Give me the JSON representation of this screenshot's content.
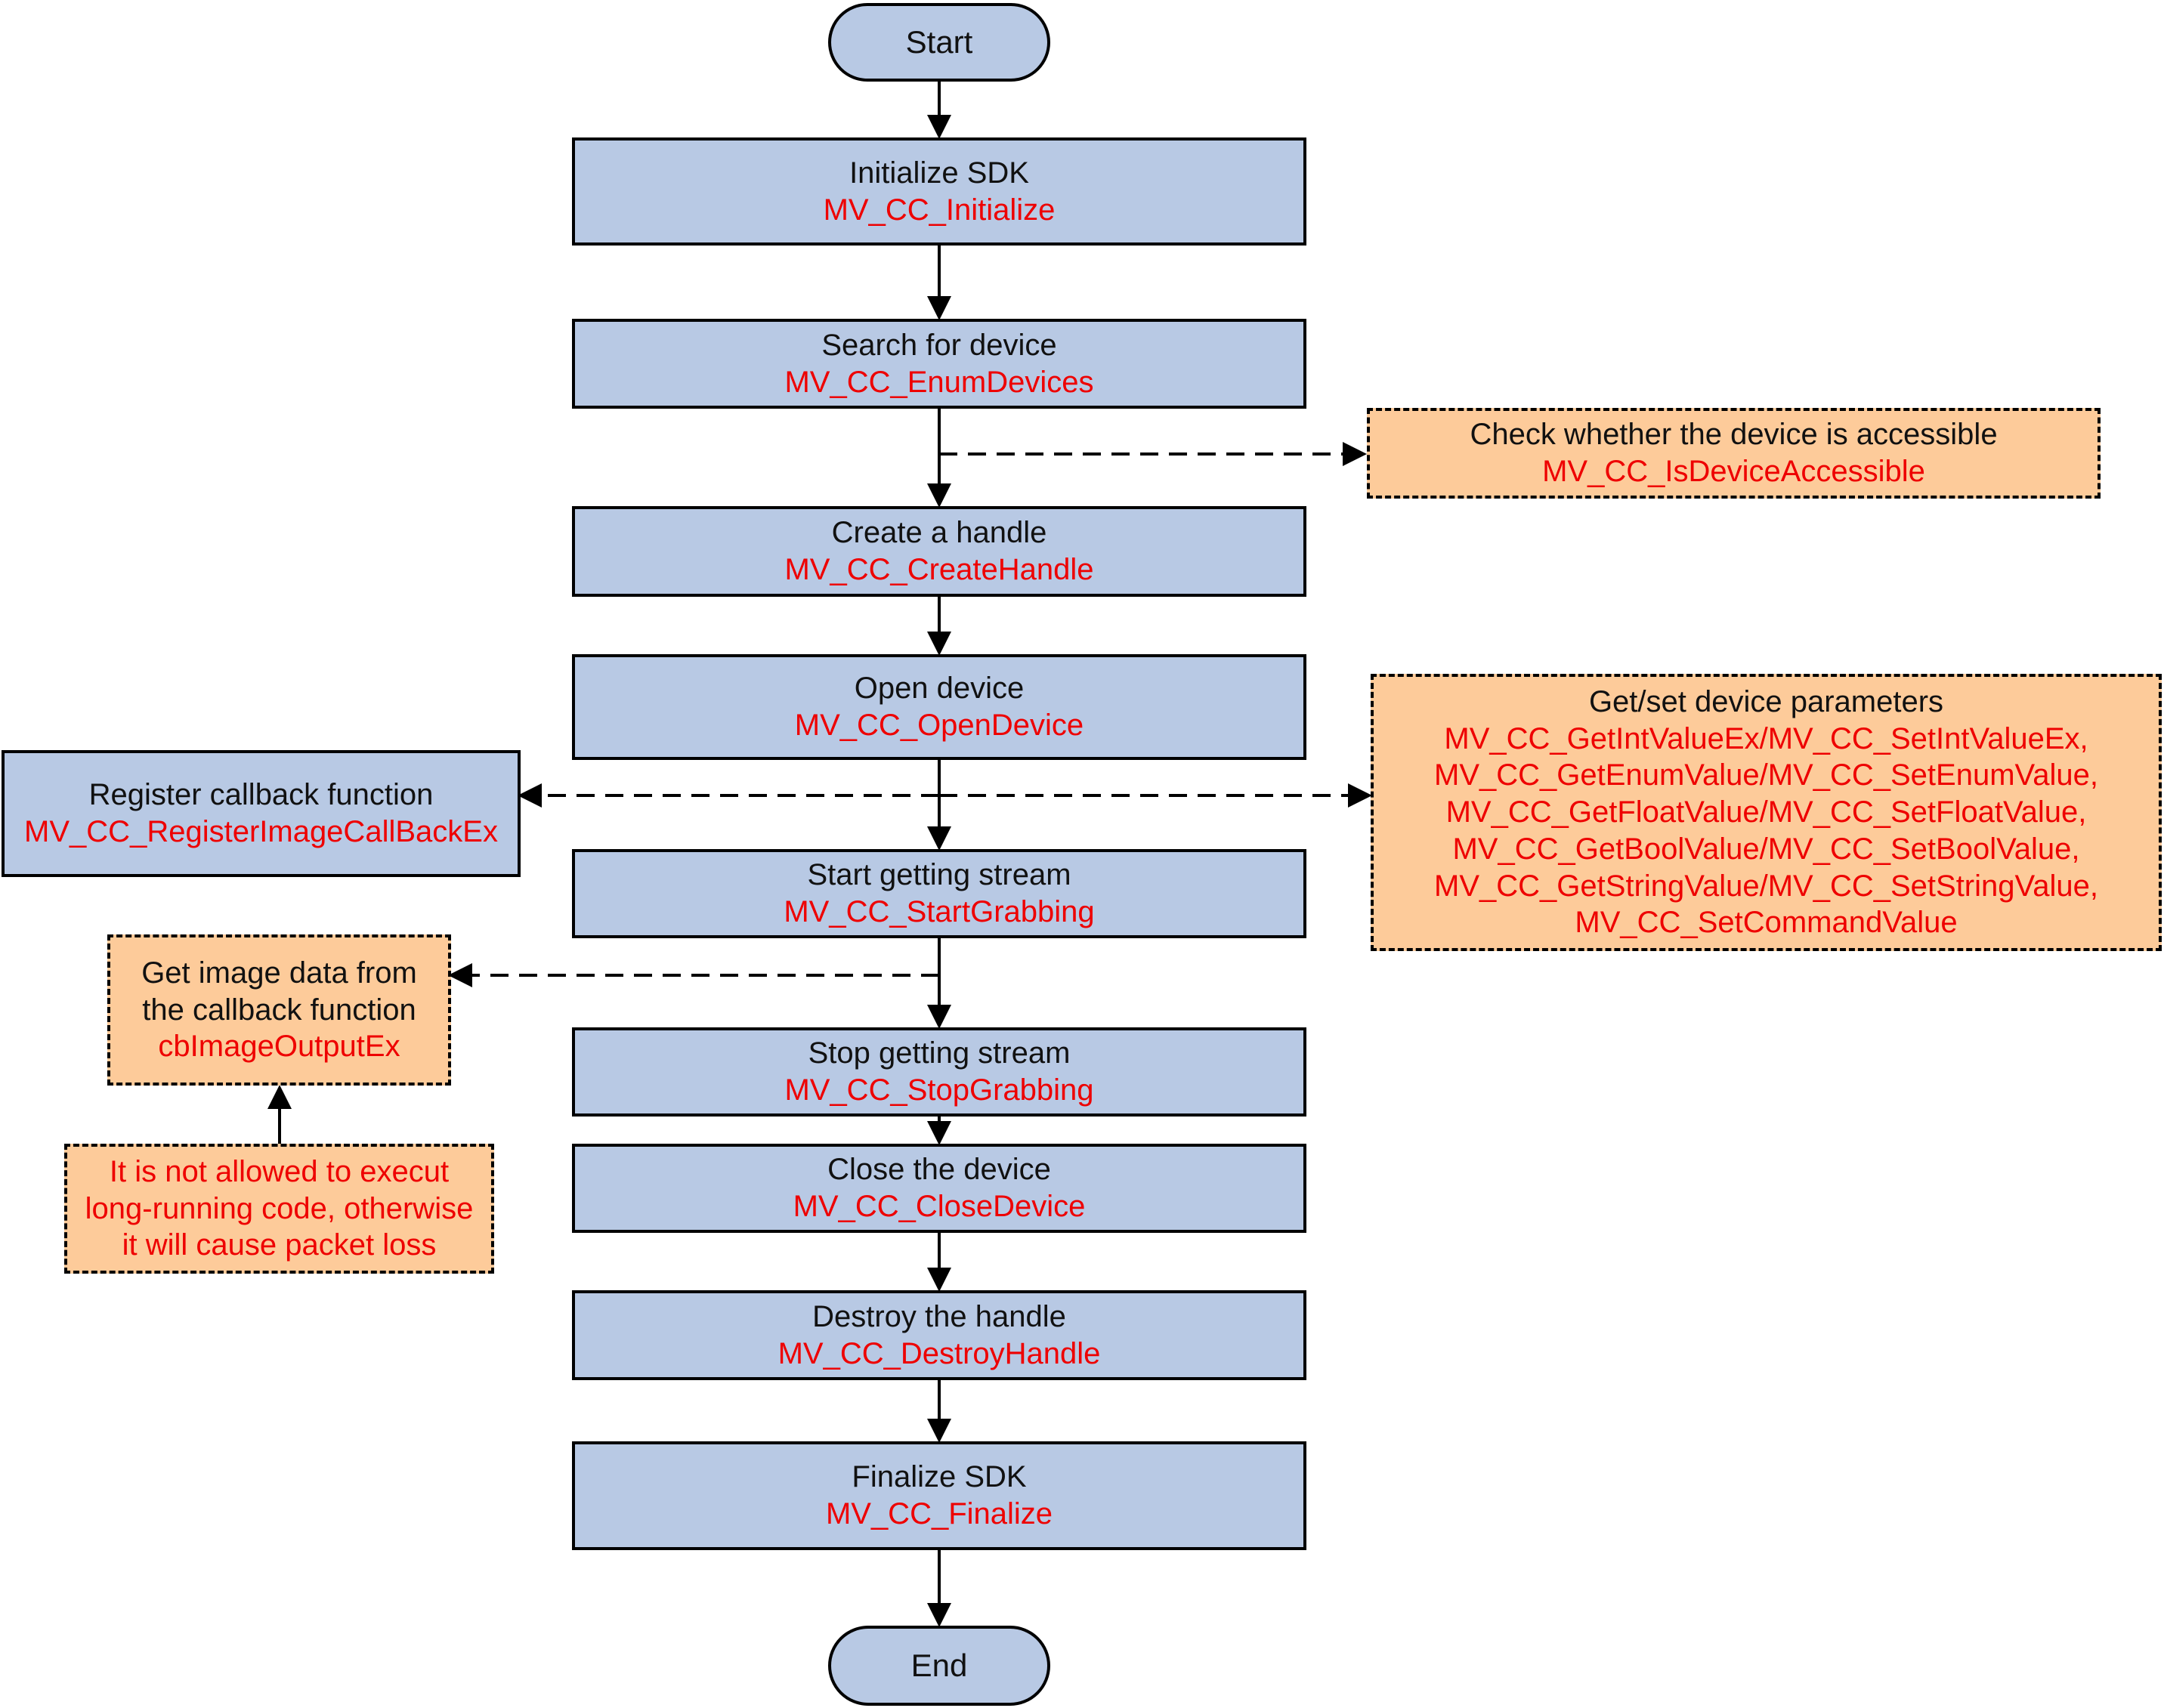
{
  "nodes": {
    "start": {
      "label": "Start"
    },
    "init": {
      "label": "Initialize SDK",
      "fn": "MV_CC_Initialize"
    },
    "search": {
      "label": "Search for device",
      "fn": "MV_CC_EnumDevices"
    },
    "create": {
      "label": "Create a handle",
      "fn": "MV_CC_CreateHandle"
    },
    "open": {
      "label": "Open device",
      "fn": "MV_CC_OpenDevice"
    },
    "startgrab": {
      "label": "Start getting stream",
      "fn": "MV_CC_StartGrabbing"
    },
    "stopgrab": {
      "label": "Stop getting stream",
      "fn": "MV_CC_StopGrabbing"
    },
    "close": {
      "label": "Close the device",
      "fn": "MV_CC_CloseDevice"
    },
    "destroy": {
      "label": "Destroy the handle",
      "fn": "MV_CC_DestroyHandle"
    },
    "finalize": {
      "label": "Finalize SDK",
      "fn": "MV_CC_Finalize"
    },
    "end": {
      "label": "End"
    }
  },
  "side": {
    "accessible": {
      "label": "Check whether the device is accessible",
      "fn": "MV_CC_IsDeviceAccessible"
    },
    "callback": {
      "label": "Register callback function",
      "fn": "MV_CC_RegisterImageCallBackEx"
    },
    "params": {
      "label": "Get/set device parameters",
      "fns": [
        "MV_CC_GetIntValueEx/MV_CC_SetIntValueEx,",
        "MV_CC_GetEnumValue/MV_CC_SetEnumValue,",
        "MV_CC_GetFloatValue/MV_CC_SetFloatValue,",
        "MV_CC_GetBoolValue/MV_CC_SetBoolValue,",
        "MV_CC_GetStringValue/MV_CC_SetStringValue,",
        "MV_CC_SetCommandValue"
      ]
    },
    "imagedata": {
      "lines": [
        "Get image data from",
        "the callback function"
      ],
      "fn": "cbImageOutputEx"
    },
    "warning": {
      "lines": [
        "It is not allowed to execut",
        "long-running code, otherwise",
        "it will cause packet loss"
      ]
    }
  },
  "colors": {
    "process_fill": "#b8c9e4",
    "note_fill": "#fdcb9a",
    "function_text": "#ee0000"
  }
}
